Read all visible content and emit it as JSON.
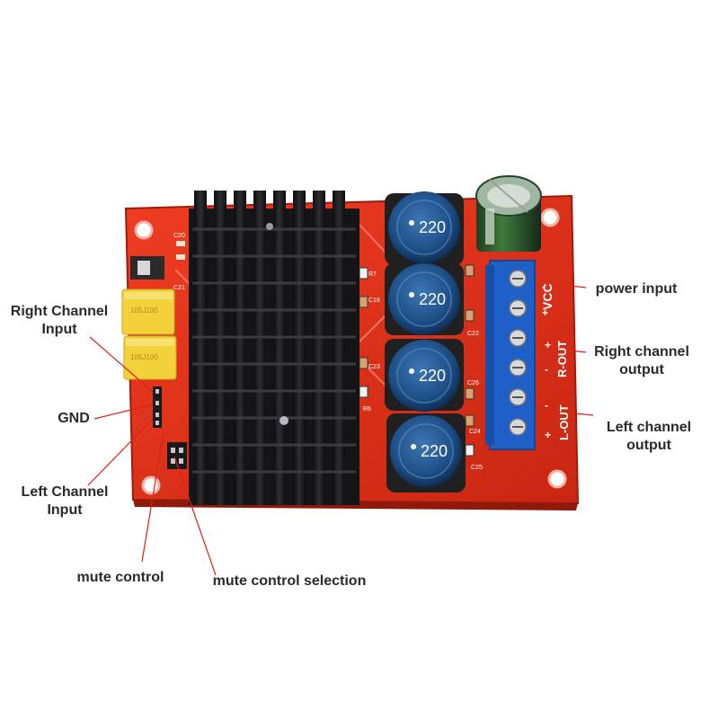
{
  "labels": {
    "right_channel_input": [
      "Right Channel",
      "Input"
    ],
    "gnd": [
      "GND"
    ],
    "left_channel_input": [
      "Left Channel",
      "Input"
    ],
    "mute_control": [
      "mute control"
    ],
    "mute_control_selection": [
      "mute control selection"
    ],
    "power_input": [
      "power input"
    ],
    "right_channel_output": [
      "Right channel",
      "output"
    ],
    "left_channel_output": [
      "Left channel",
      "output"
    ]
  },
  "board_markings": {
    "inductor_value": "220",
    "capacitor_value": "105J100",
    "terminal_power": "VCC",
    "terminal_right": "R-OUT",
    "terminal_left": "L-OUT",
    "plus": "+",
    "minus": "-",
    "refs": [
      "C20",
      "C21",
      "R7",
      "C16",
      "C22",
      "C23",
      "R6",
      "C26",
      "C24",
      "C25"
    ]
  },
  "colors": {
    "pcb": "#e3301c",
    "pcb_dark": "#b8210f",
    "heatsink": "#1c1c1e",
    "terminal_block": "#1f5fc8",
    "inductor": "#1e4f87",
    "capacitor_yellow": "#f3d13a",
    "leader_line": "#d8231a"
  }
}
